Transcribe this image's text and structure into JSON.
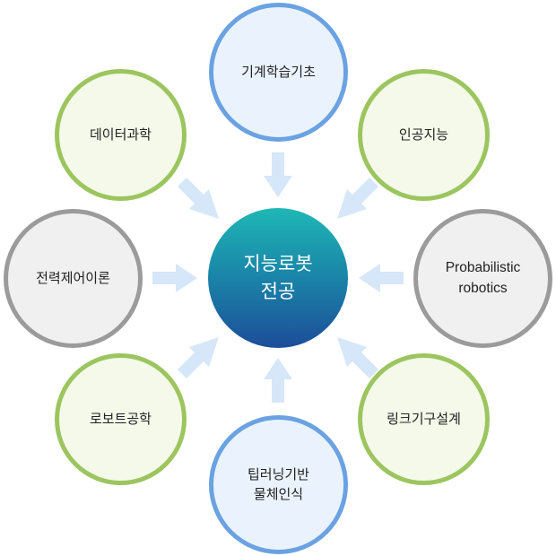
{
  "center": {
    "label": "지능로봇\n전공"
  },
  "nodes": [
    {
      "id": "top",
      "label": "기계학습기초",
      "color": "blue"
    },
    {
      "id": "top-right",
      "label": "인공지능",
      "color": "green"
    },
    {
      "id": "right",
      "label": "Probabilistic\nrobotics",
      "color": "gray"
    },
    {
      "id": "bottom-right",
      "label": "링크기구설계",
      "color": "green"
    },
    {
      "id": "bottom",
      "label": "팁러닝기반\n물체인식",
      "color": "blue"
    },
    {
      "id": "bottom-left",
      "label": "로보트공학",
      "color": "green"
    },
    {
      "id": "left",
      "label": "전력제어이론",
      "color": "gray"
    },
    {
      "id": "top-left",
      "label": "데이터과학",
      "color": "green"
    }
  ],
  "colors": {
    "green_border": "#9cc55f",
    "blue_border": "#6aa2e2",
    "gray_border": "#9b9b9b",
    "arrow": "#d5e7f8",
    "center_gradient": [
      "#1fb7b6",
      "#1a86a8",
      "#1d4d99"
    ]
  }
}
